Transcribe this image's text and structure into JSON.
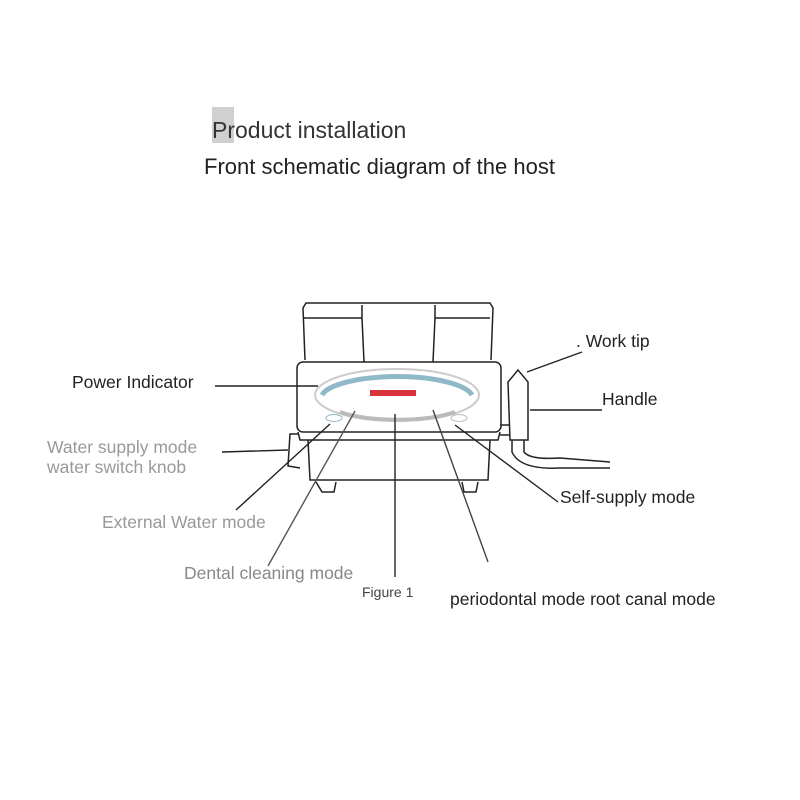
{
  "title": "Product installation",
  "subtitle": "Front schematic diagram of the host",
  "figure_caption": "Figure 1",
  "labels": {
    "power_indicator": "Power Indicator",
    "water_supply_1": "Water supply mode",
    "water_supply_2": "water switch knob",
    "external_water": "External Water mode",
    "dental_cleaning": "Dental cleaning mode",
    "work_tip": ". Work tip",
    "handle": "Handle",
    "self_supply": "Self-supply mode",
    "periodontal": "periodontal mode root canal mode"
  },
  "colors": {
    "line": "#222222",
    "indicator": "#8fb8c8",
    "logo": "#d8323a"
  }
}
